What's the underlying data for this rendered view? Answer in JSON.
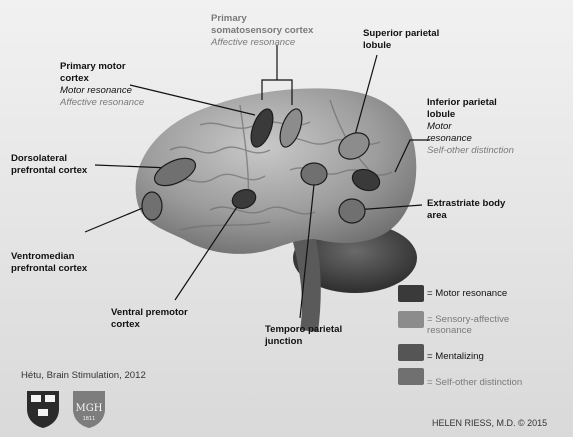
{
  "labels": {
    "primary_somatosensory": {
      "title_1": "Primary",
      "title_2": "somatosensory cortex",
      "role": "Affective resonance"
    },
    "superior_parietal": {
      "title_1": "Superior parietal",
      "title_2": "lobule"
    },
    "primary_motor": {
      "title_1": "Primary motor",
      "title_2": "cortex",
      "role": "Motor resonance",
      "role2": "Affective resonance"
    },
    "inferior_parietal": {
      "title_1": "Inferior parietal",
      "title_2": "lobule",
      "role": "Motor",
      "role_b": "resonance",
      "role2": "Self-other distinction"
    },
    "dorsolateral": {
      "title_1": "Dorsolateral",
      "title_2": "prefrontal cortex"
    },
    "extrastriate": {
      "title_1": "Extrastriate body",
      "title_2": "area"
    },
    "ventromedian": {
      "title_1": "Ventromedian",
      "title_2": "prefrontal cortex"
    },
    "ventral_premotor": {
      "title_1": "Ventral premotor",
      "title_2": "cortex"
    },
    "temporo_parietal": {
      "title_1": "Temporo parietal",
      "title_2": "junction"
    }
  },
  "legend": [
    {
      "label": "= Motor resonance",
      "color": "#3a3a3a",
      "text_color": "#111111"
    },
    {
      "label": "= Sensory-affective resonance",
      "color": "#8c8c8c",
      "text_color": "#7a7a7a"
    },
    {
      "label": "= Mentalizing",
      "color": "#555555",
      "text_color": "#111111"
    },
    {
      "label": "= Self-other distinction",
      "color": "#707070",
      "text_color": "#7a7a7a"
    }
  ],
  "citation": "Hétu, Brain Stimulation, 2012",
  "copyright": "HELEN RIESS, M.D. © 2015",
  "logos": [
    {
      "icon": "harvard-shield-icon"
    },
    {
      "icon": "mgh-shield-icon",
      "text": "MGH",
      "year": "1811"
    }
  ]
}
